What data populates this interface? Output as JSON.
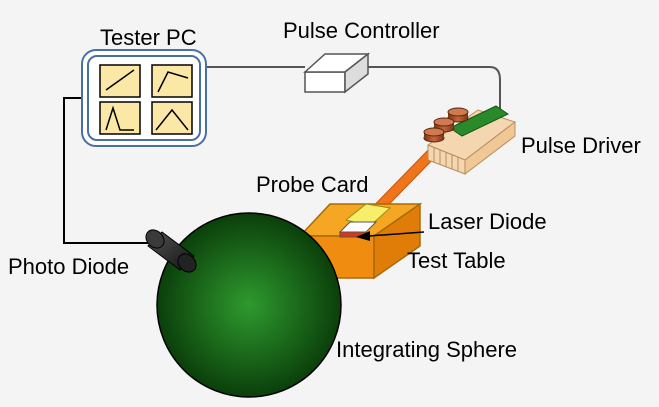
{
  "labels": {
    "tester_pc": "Tester PC",
    "pulse_controller": "Pulse Controller",
    "pulse_driver": "Pulse Driver",
    "probe_card": "Probe Card",
    "laser_diode": "Laser Diode",
    "test_table": "Test Table",
    "photo_diode": "Photo Diode",
    "integrating_sphere": "Integrating Sphere"
  },
  "colors": {
    "background": "#f4f4f4",
    "pc_border": "#4a6fa5",
    "plot_fill": "#fbe7a6",
    "sphere_dark": "#0b3f0b",
    "sphere_light": "#2e9a2e",
    "table_top": "#f5a623",
    "table_front": "#f08c10",
    "probe_arm": "#f0751a",
    "driver_board": "#2a8a2a",
    "heatsink": "#f4d7b0",
    "capacitor": "#b0522a"
  }
}
